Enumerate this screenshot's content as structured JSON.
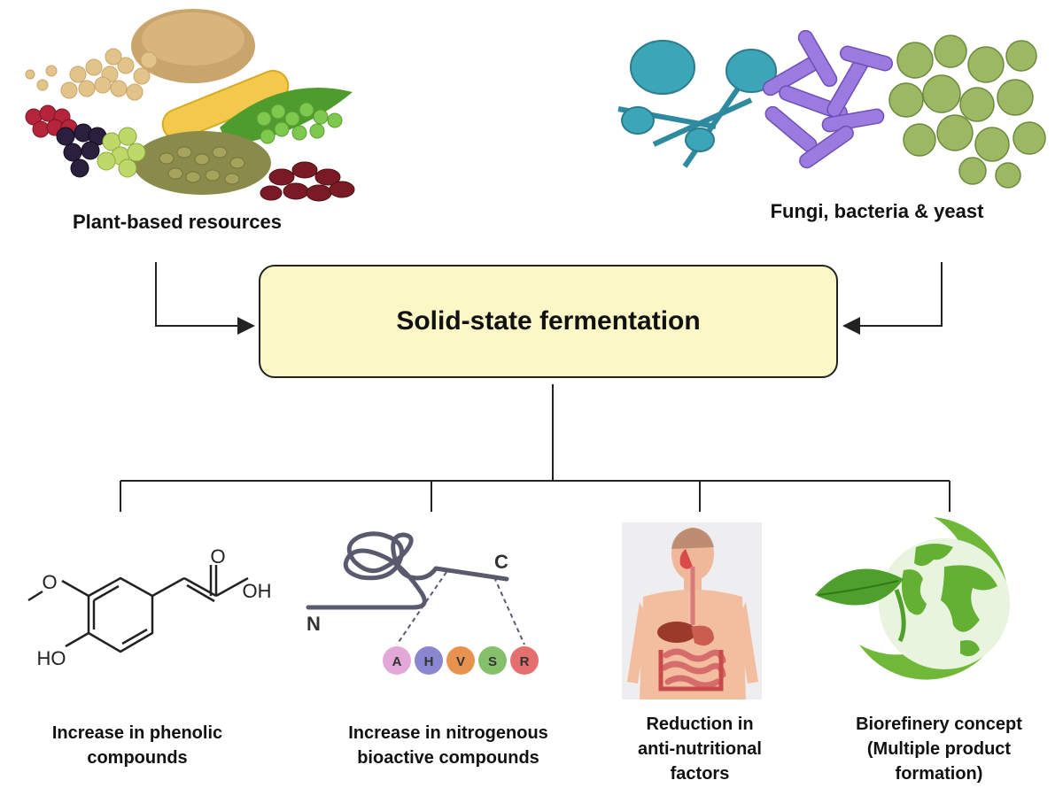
{
  "sources": {
    "left_label": "Plant-based resources",
    "right_label": "Fungi, bacteria & yeast"
  },
  "center": {
    "title": "Solid-state fermentation"
  },
  "outcomes": [
    {
      "label_lines": [
        "Increase in phenolic",
        "compounds"
      ],
      "icon": "ferulic-acid-structure"
    },
    {
      "label_lines": [
        "Increase in nitrogenous",
        "bioactive compounds"
      ],
      "icon": "peptide-chain"
    },
    {
      "label_lines": [
        "Reduction in",
        "anti-nutritional",
        "factors"
      ],
      "icon": "human-digestive-system"
    },
    {
      "label_lines": [
        "Biorefinery concept",
        "(Multiple product",
        "formation)"
      ],
      "icon": "green-globe-leaf"
    }
  ],
  "structure_labels": {
    "hydroxyl_acid": "OH",
    "hydroxyl_ring": "HO"
  },
  "peptide": {
    "n_terminus": "N",
    "c_terminus": "C",
    "residues": [
      {
        "letter": "A",
        "color": "#e2a8d8"
      },
      {
        "letter": "H",
        "color": "#8a86cf"
      },
      {
        "letter": "V",
        "color": "#e8924f"
      },
      {
        "letter": "S",
        "color": "#86c06a"
      },
      {
        "letter": "R",
        "color": "#e56f6f"
      }
    ]
  },
  "colors": {
    "box_fill": "#fbf7c6",
    "line": "#222222",
    "leaf_green": "#4e9f2c",
    "globe_green": "#7cc242"
  }
}
